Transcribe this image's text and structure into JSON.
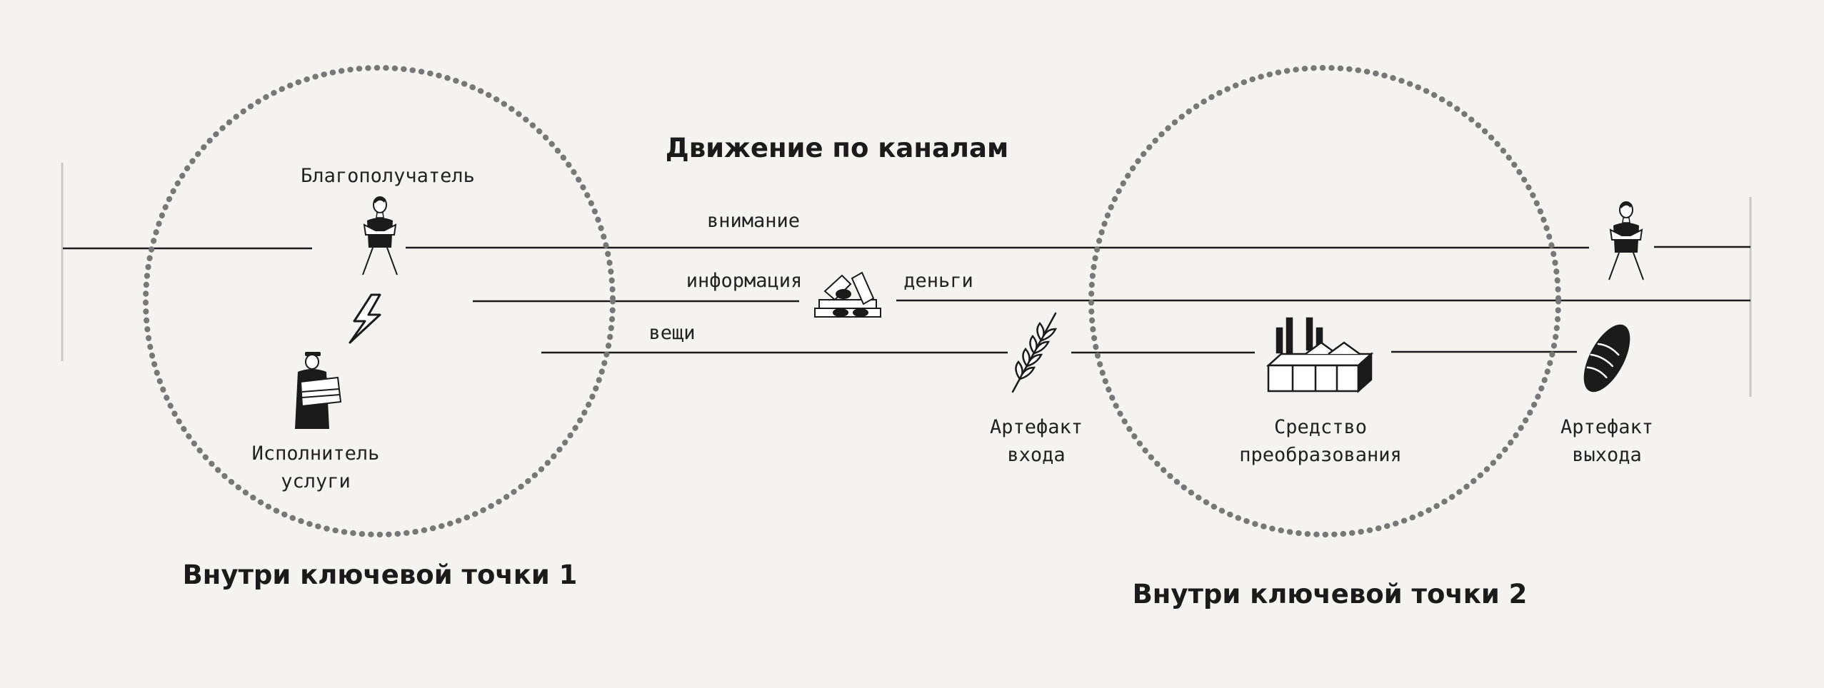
{
  "title": "Движение по каналам",
  "channels": {
    "attention": "внимание",
    "information": "информация",
    "money": "деньги",
    "things": "вещи"
  },
  "key_point_1": {
    "caption": "Внутри ключевой точки 1",
    "beneficiary": "Благополучатель",
    "performer_line1": "Исполнитель",
    "performer_line2": "услуги"
  },
  "key_point_2": {
    "caption": "Внутри ключевой точки 2",
    "input_line1": "Артефакт",
    "input_line2": "входа",
    "means_line1": "Средство",
    "means_line2": "преобразования",
    "output_line1": "Артефакт",
    "output_line2": "выхода"
  },
  "icons": {
    "beneficiary": "woman-reading-icon",
    "performer": "worker-carrying-box-icon",
    "interaction": "lightning-icon",
    "money": "money-stack-icon",
    "input": "wheat-ear-icon",
    "means": "factory-icon",
    "output": "bread-loaf-icon",
    "receiver": "woman-reading-icon"
  },
  "colors": {
    "background": "#f4f3ef",
    "line": "#1b1b1b",
    "circle": "#777777",
    "text": "#222222"
  }
}
